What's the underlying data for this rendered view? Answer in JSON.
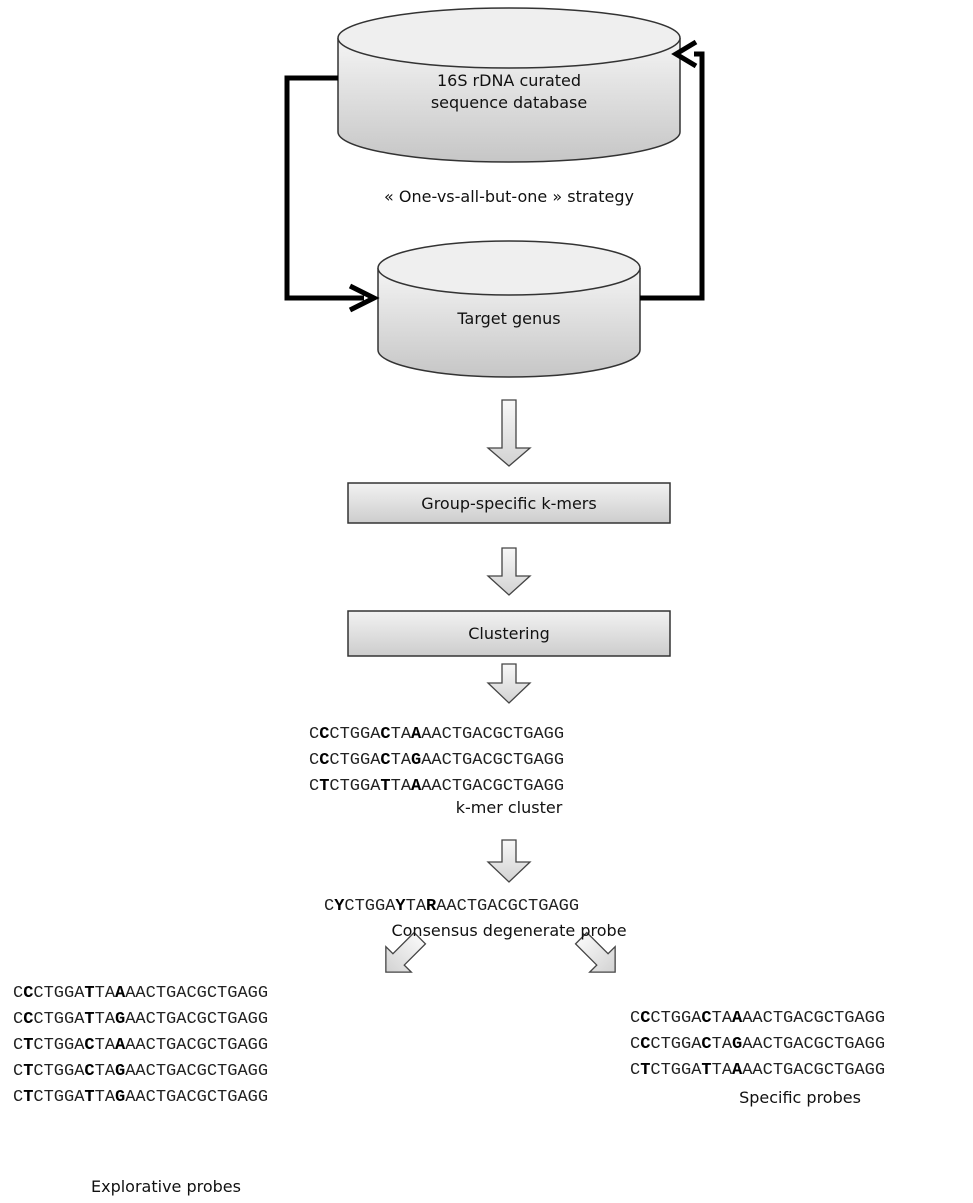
{
  "database_label": "16S rDNA curated sequence database",
  "strategy_label": "« One-vs-all-but-one » strategy",
  "target_label": "Target genus",
  "step1_label": "Group-specific k-mers",
  "step2_label": "Clustering",
  "kmer_cluster": {
    "sequences": [
      "CCCTGGACTAAAACTGACGCTGAGG",
      "CCCTGGACTAGAACTGACGCTGAGG",
      "CTCTGGATTAAAACTGACGCTGAGG"
    ],
    "label": "k-mer cluster"
  },
  "consensus": {
    "sequence": "CYCTGGAYTARAACTGACGCTGAGG",
    "label": "Consensus degenerate probe"
  },
  "explorative": {
    "sequences": [
      "CCCTGGATTAAAACTGACGCTGAGG",
      "CCCTGGATTAGAACTGACGCTGAGG",
      "CTCTGGACTAAAACTGACGCTGAGG",
      "CTCTGGACTAGAACTGACGCTGAGG",
      "CTCTGGATTAGAACTGACGCTGAGG"
    ],
    "label": "Explorative probes"
  },
  "specific": {
    "sequences": [
      "CCCTGGACTAAAACTGACGCTGAGG",
      "CCCTGGACTAGAACTGACGCTGAGG",
      "CTCTGGATTAAAACTGACGCTGAGG"
    ],
    "label": "Specific probes"
  },
  "variable_positions": [
    1,
    7,
    10
  ]
}
